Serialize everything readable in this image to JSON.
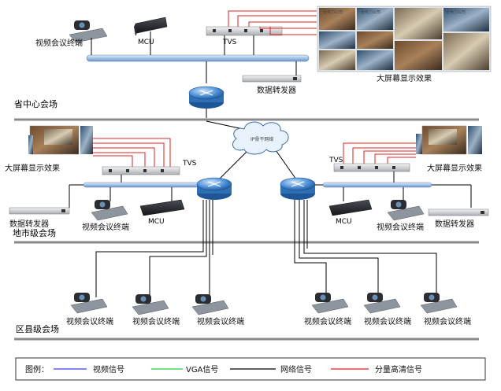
{
  "zones": {
    "province": "省中心会场",
    "city": "地市级会场",
    "county": "区县级会场"
  },
  "cloud": {
    "label": "IP骨干网络"
  },
  "province": {
    "terminal": "视频会议终端",
    "mcu": "MCU",
    "tvs": "TVS",
    "converter": "数据转发器",
    "bigscreen": "大屏幕显示效果",
    "screen_tags": [
      "省电力公司",
      "省电力公司",
      "省电力公司"
    ]
  },
  "city_left": {
    "bigscreen": "大屏幕显示效果",
    "tvs": "TVS",
    "converter": "数据转发器",
    "terminal": "视频会议终端",
    "mcu": "MCU"
  },
  "city_right": {
    "bigscreen": "大屏幕显示效果",
    "tvs": "TVS",
    "mcu": "MCU",
    "terminal": "视频会议终端",
    "converter": "数据转发器"
  },
  "county_terminals": [
    "视频会议终端",
    "视频会议终端",
    "视频会议终端",
    "视频会议终端",
    "视频会议终端",
    "视频会议终端"
  ],
  "legend": {
    "title": "图例：",
    "items": [
      {
        "label": "视频信号",
        "color": "#3a3aff"
      },
      {
        "label": "VGA信号",
        "color": "#22cc44"
      },
      {
        "label": "网络信号",
        "color": "#000000"
      },
      {
        "label": "分量高清信号",
        "color": "#e02020"
      }
    ]
  }
}
